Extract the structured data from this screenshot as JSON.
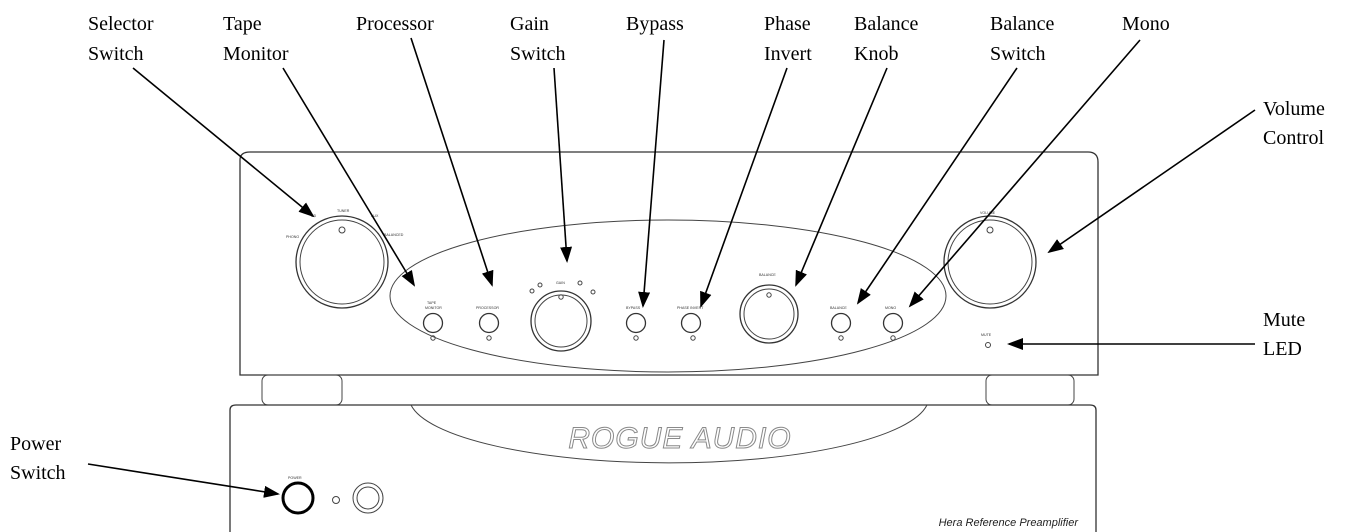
{
  "labels": {
    "selector_switch": [
      "Selector",
      "Switch"
    ],
    "tape_monitor": [
      "Tape",
      "Monitor"
    ],
    "processor": [
      "Processor"
    ],
    "gain_switch": [
      "Gain",
      "Switch"
    ],
    "bypass": [
      "Bypass"
    ],
    "phase_invert": [
      "Phase",
      "Invert"
    ],
    "balance_knob": [
      "Balance",
      "Knob"
    ],
    "balance_switch": [
      "Balance",
      "Switch"
    ],
    "mono": [
      "Mono"
    ],
    "volume_control": [
      "Volume",
      "Control"
    ],
    "mute_led": [
      "Mute",
      "LED"
    ],
    "power_switch": [
      "Power",
      "Switch"
    ]
  },
  "device": {
    "brand": "ROGUE AUDIO",
    "model": "Hera Reference Preamplifier",
    "panel_text": {
      "phono": "PHONO",
      "cd": "CD",
      "tuner": "TUNER",
      "aux": "AUX",
      "balanced": "BALANCED",
      "tape_monitor": [
        "TAPE",
        "MONITOR"
      ],
      "processor": "PROCESSOR",
      "gain": "GAIN",
      "bypass": "BYPASS",
      "phase_invert": "PHASE INVERT",
      "balance_knob": "BALANCE",
      "balance_switch": "BALANCE",
      "mono": "MONO",
      "volume": "VOLUME",
      "mute": "MUTE",
      "power": "POWER"
    }
  },
  "colors": {
    "line": "#000000",
    "panel_outline": "#333333",
    "brand_outline": "#8a8a8a"
  }
}
